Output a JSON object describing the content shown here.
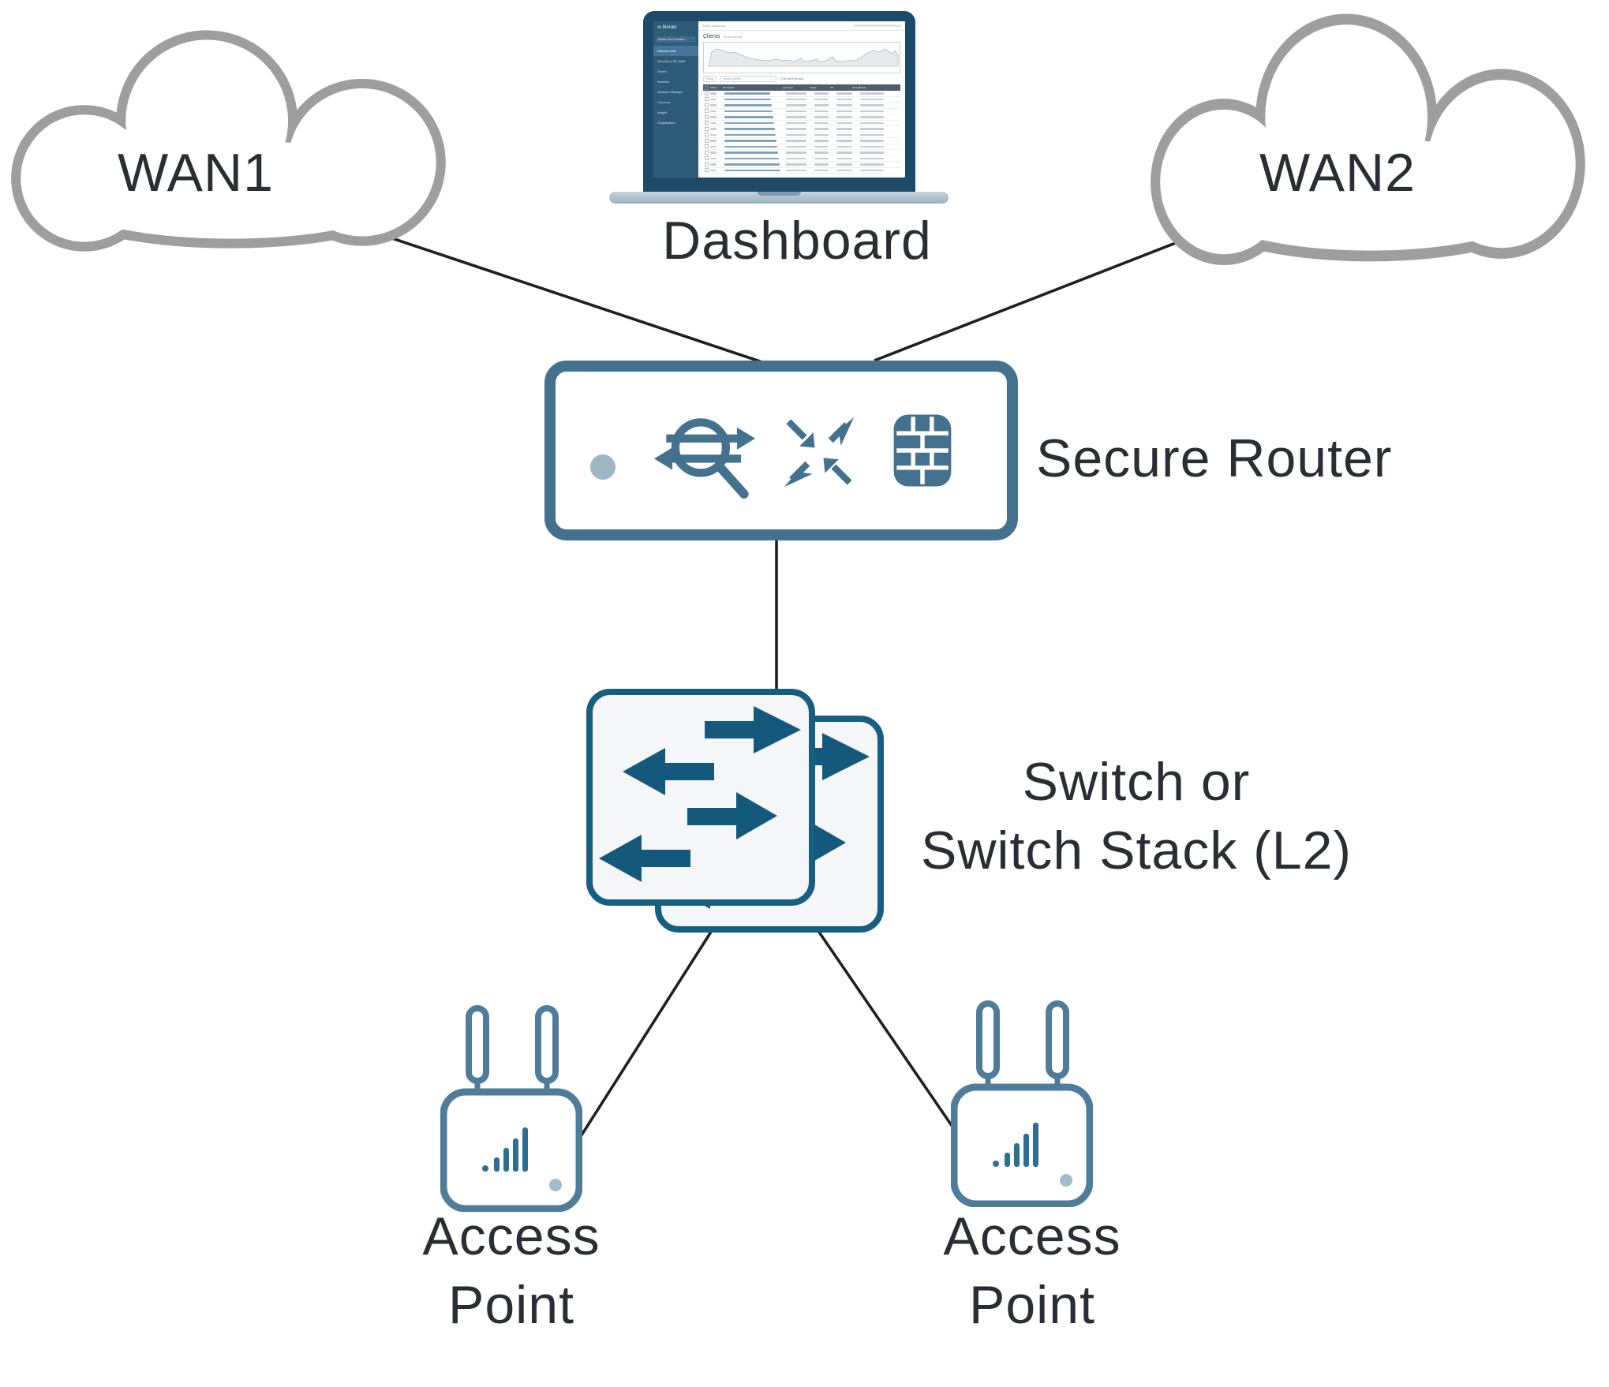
{
  "diagram": {
    "wan1_label": "WAN1",
    "wan2_label": "WAN2",
    "dashboard_label": "Dashboard",
    "router_label": "Secure Router",
    "switch_label_line1": "Switch or",
    "switch_label_line2": "Switch Stack (L2)",
    "ap_left_line1": "Access",
    "ap_left_line2": "Point",
    "ap_right_line1": "Access",
    "ap_right_line2": "Point"
  },
  "laptop_screen": {
    "logo_glyph": "ılıılı",
    "logo_text": "Meraki",
    "search_placeholder": "Search Dashboard",
    "network_selector": "Meraki San Francisco",
    "selector_caret": "ˇ",
    "sidebar_items": [
      "Network-wide",
      "Security & SD-WAN",
      "Switch",
      "Wireless",
      "Systems Manager",
      "Cameras",
      "Insight",
      "Organization"
    ],
    "active_sidebar_item": "Network-wide",
    "page_title": "Clients",
    "time_filter": "for the last day",
    "device_count": "1798 client devices",
    "policy_chip": "Policy",
    "search_chip": "Search clients...",
    "table_headers": [
      "Status",
      "Description",
      "Last seen",
      "Usage",
      "OS",
      "IPv4 address"
    ]
  },
  "colors": {
    "router_accent": "#44718E",
    "switch_accent": "#14587C",
    "switch_border": "#175E80",
    "ap_accent": "#4F7D99",
    "signal_bars": "#2F6E92",
    "cloud_stroke": "#9E9E9E",
    "connector_line": "#1F1F1F",
    "laptop_frame": "#1D4A68",
    "sidebar_bg": "#2E5B78",
    "label_text": "#2A2D31",
    "led_dot": "#9FB6C3"
  }
}
